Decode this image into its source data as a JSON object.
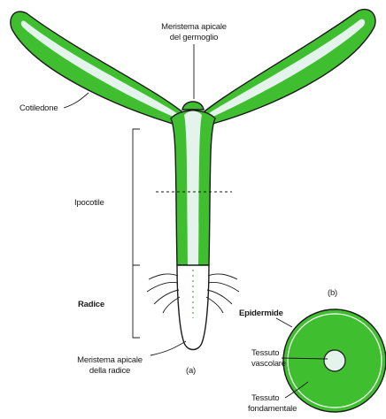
{
  "labels": {
    "shoot_meristem_line1": "Meristema apicale",
    "shoot_meristem_line2": "del germoglio",
    "cotyledon": "Cotiledone",
    "hypocotyl": "Ipocotile",
    "root": "Radice",
    "root_meristem_line1": "Meristema apicale",
    "root_meristem_line2": "della radice",
    "panel_a": "(a)",
    "panel_b": "(b)",
    "epidermis": "Epidermide",
    "vascular_tissue_line1": "Tessuto",
    "vascular_tissue_line2": "vascolare",
    "ground_tissue_line1": "Tessuto",
    "ground_tissue_line2": "fondamentale"
  },
  "colors": {
    "epidermis_green": "#3fbf2f",
    "vascular_pale": "#e4f3ec",
    "outline": "#1a1a1a"
  }
}
